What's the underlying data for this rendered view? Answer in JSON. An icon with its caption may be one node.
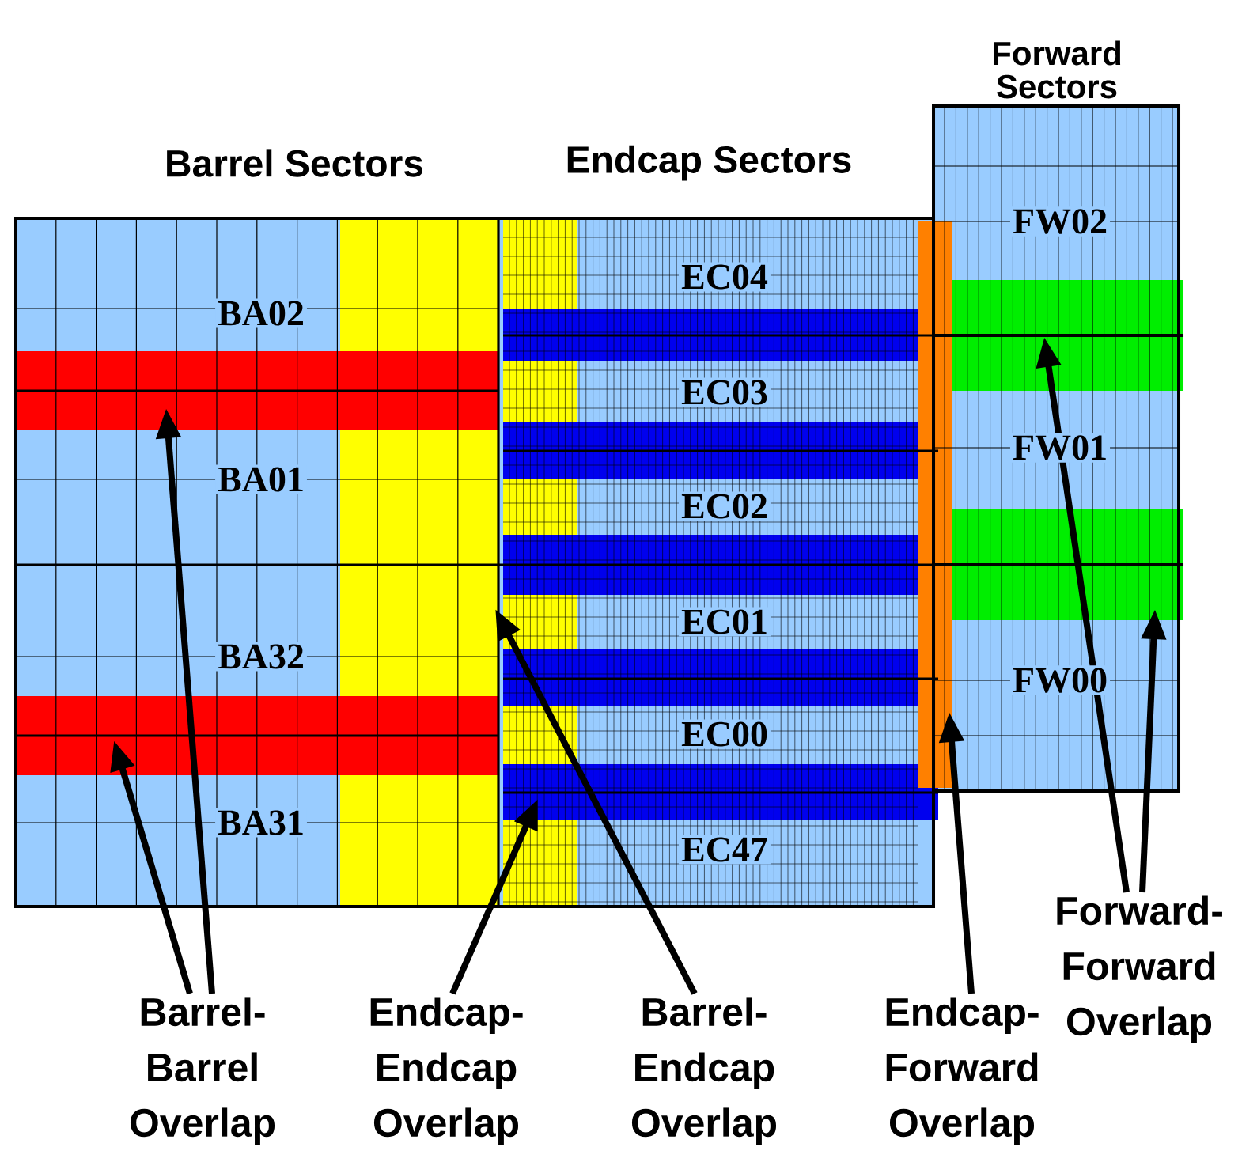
{
  "diagram": {
    "nodes": [
      {
        "text": [
          "Barrel- Barrel Overlap"
        ]
      },
      {
        "text": [
          "Endcap- Endcap Overlap"
        ]
      },
      {
        "text": [
          "Barrel- Endcap Overlap"
        ]
      },
      {
        "text": [
          "Endcap- Forward Overlap"
        ]
      },
      {
        "text": [
          "Forward- Forward Overlap"
        ]
      }
    ],
    "edges": [
      {
        "from": 0,
        "to": null,
        "arrow": "to"
      },
      {
        "from": 0,
        "to": null,
        "arrow": "to"
      },
      {
        "from": 1,
        "to": null,
        "arrow": "to"
      },
      {
        "from": 2,
        "to": null,
        "arrow": "to"
      },
      {
        "from": 3,
        "to": null,
        "arrow": "to"
      },
      {
        "from": 4,
        "to": null,
        "arrow": "to"
      },
      {
        "from": 4,
        "to": null,
        "arrow": "to"
      }
    ],
    "labels": [
      "Forward Sectors",
      "Barrel Sectors",
      "Endcap Sectors",
      "FW02",
      "EC04",
      "BA02",
      "EC03",
      "FW01",
      "BA01",
      "EC02",
      "EC01",
      "BA32",
      "FW00",
      "EC00",
      "BA31",
      "EC47"
    ]
  }
}
